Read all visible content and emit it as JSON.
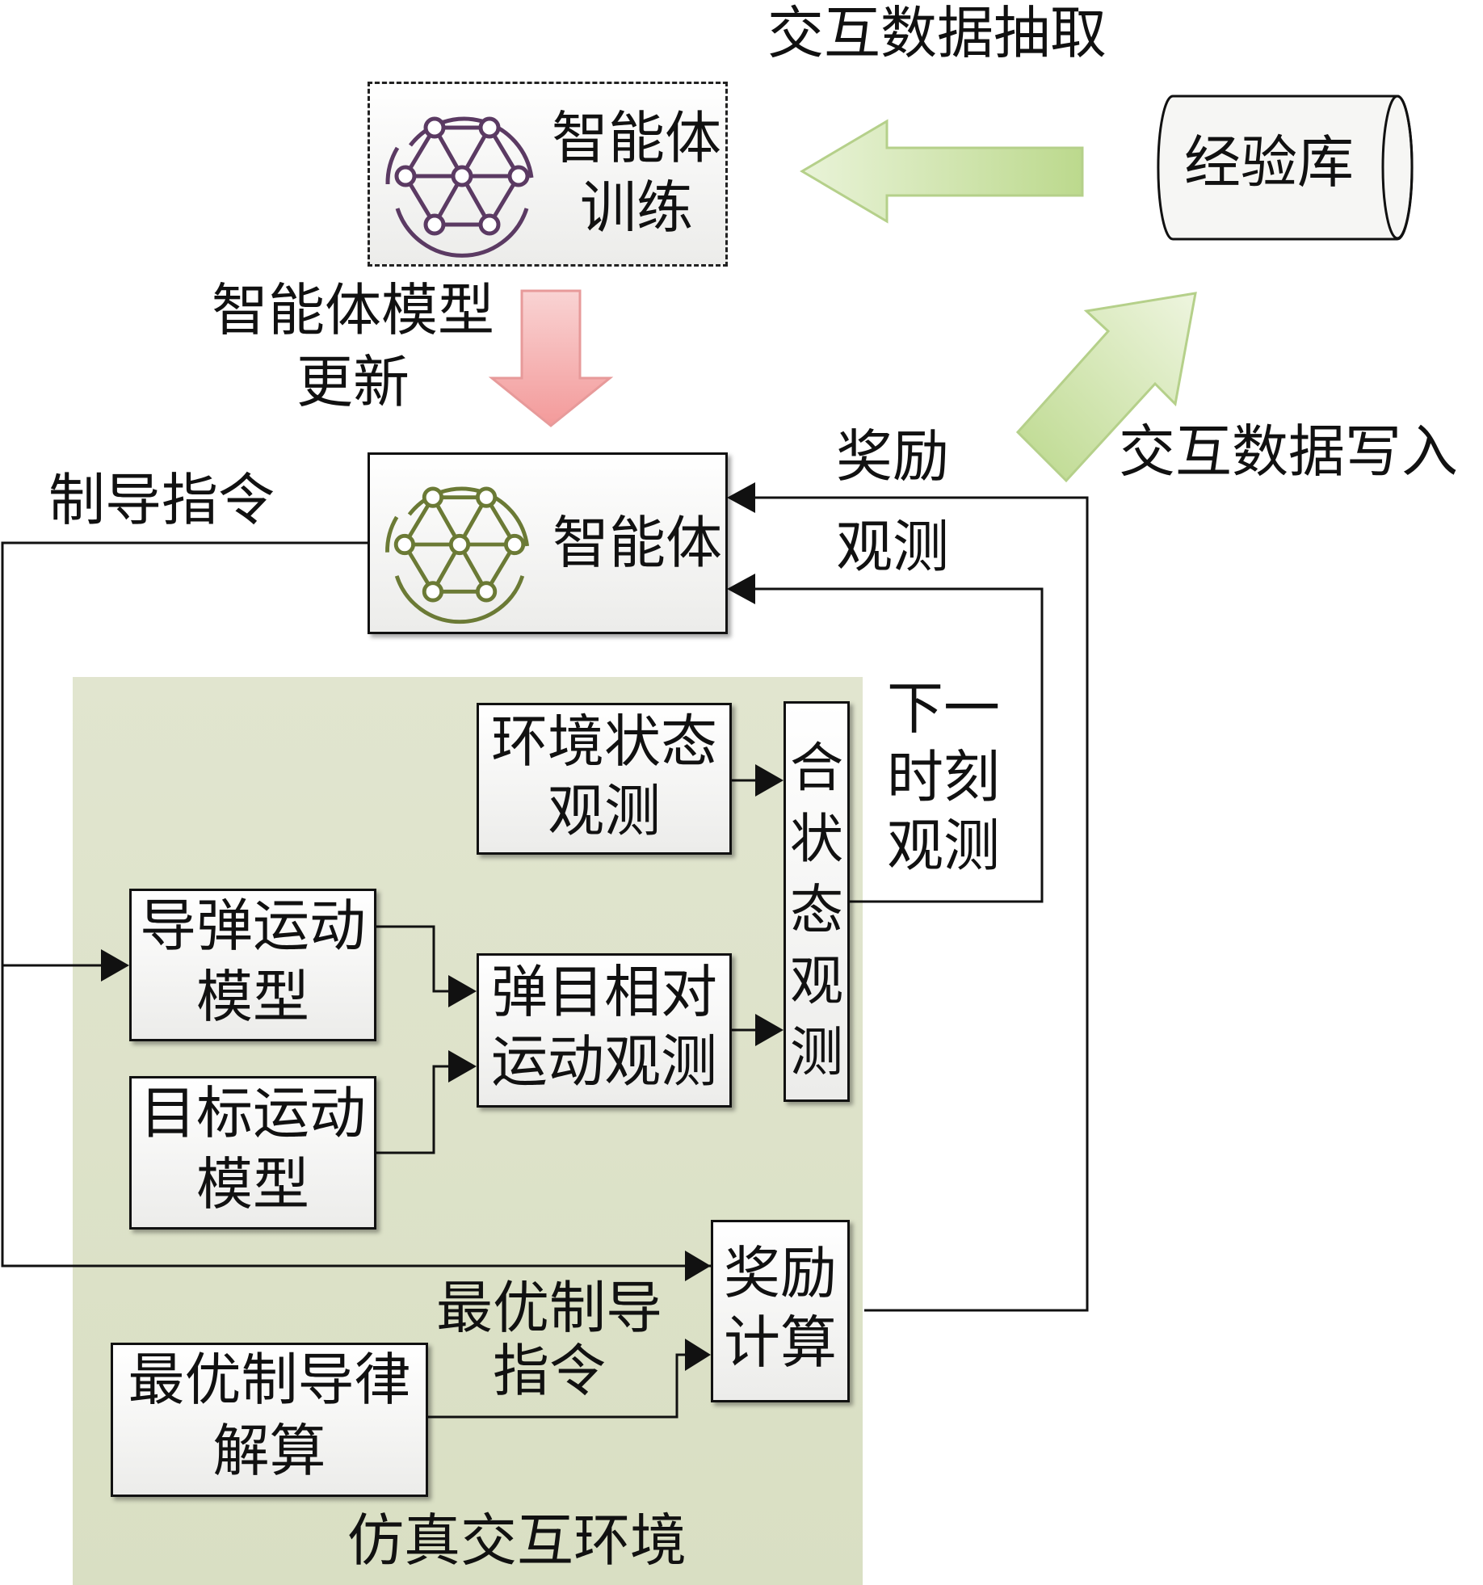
{
  "top": {
    "extract_label": "交互数据抽取",
    "write_label": "交互数据写入",
    "experience_db": "经验库",
    "training_line1": "智能体",
    "training_line2": "训练",
    "model_update_line1": "智能体模型",
    "model_update_line2": "更新"
  },
  "agent": {
    "label": "智能体",
    "guidance_command": "制导指令",
    "reward": "奖励",
    "observation": "观测"
  },
  "env": {
    "title": "仿真交互环境",
    "env_state_line1": "环境状态",
    "env_state_line2": "观测",
    "missile_line1": "导弹运动",
    "missile_line2": "模型",
    "target_line1": "目标运动",
    "target_line2": "模型",
    "relative_line1": "弹目相对",
    "relative_line2": "运动观测",
    "combined_chars": [
      "合",
      "状",
      "态",
      "观",
      "测"
    ],
    "next_obs_line1": "下一",
    "next_obs_line2": "时刻",
    "next_obs_line3": "观测",
    "reward_calc_line1": "奖励",
    "reward_calc_line2": "计算",
    "optimal_cmd_line1": "最优制导",
    "optimal_cmd_line2": "指令",
    "optimal_law_line1": "最优制导律",
    "optimal_law_line2": "解算"
  },
  "colors": {
    "env_background": "#dde2c9",
    "training_icon": "#5b3a63",
    "agent_icon": "#6b7a35",
    "extract_arrow": "#cfe3a8",
    "write_arrow": "#cfe3a8",
    "update_arrow": "#f4a7a7",
    "line": "#111111"
  }
}
